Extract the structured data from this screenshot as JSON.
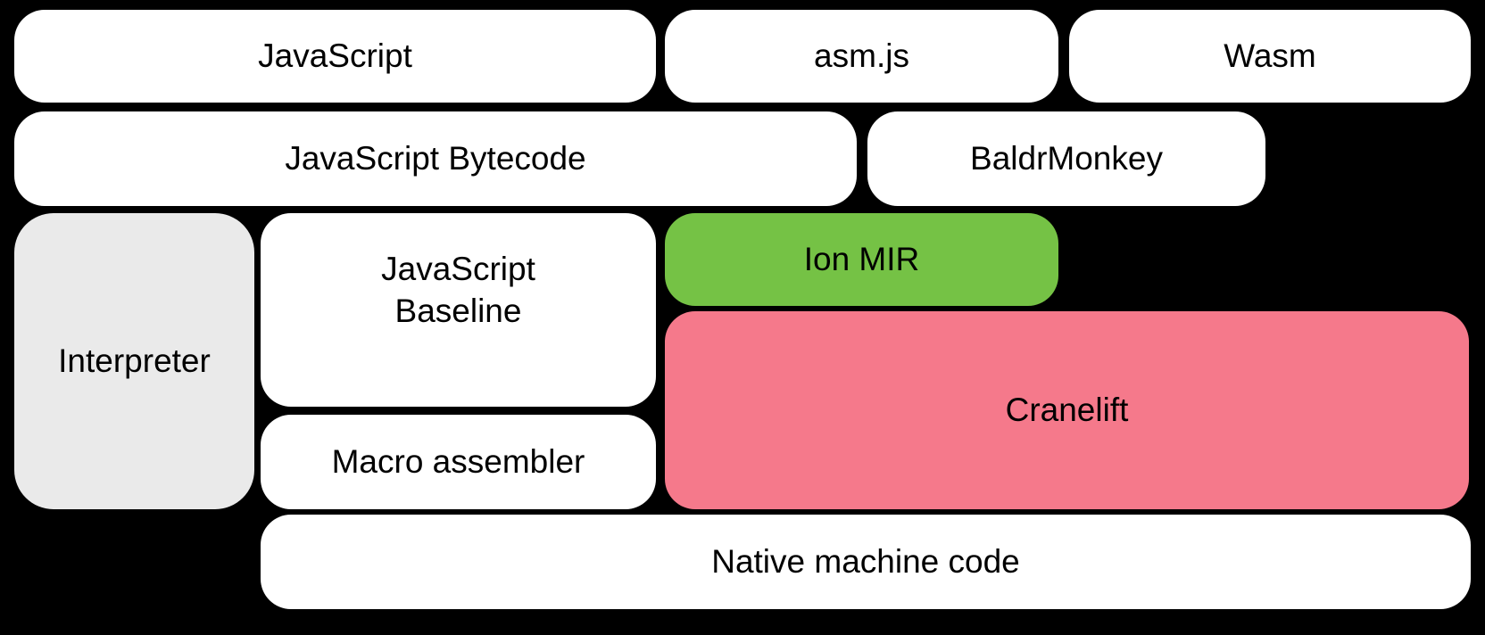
{
  "colors": {
    "background": "#000000",
    "box_white": "#ffffff",
    "box_gray": "#eaeaea",
    "box_green": "#75c245",
    "box_pink": "#f5798b",
    "text": "#000000"
  },
  "nodes": {
    "javascript": {
      "label": "JavaScript"
    },
    "asmjs": {
      "label": "asm.js"
    },
    "wasm": {
      "label": "Wasm"
    },
    "javascript_bytecode": {
      "label": "JavaScript Bytecode"
    },
    "baldrmonkey": {
      "label": "BaldrMonkey"
    },
    "interpreter": {
      "label": "Interpreter"
    },
    "javascript_baseline": {
      "lines": [
        "JavaScript",
        "Baseline"
      ]
    },
    "ion_mir": {
      "label": "Ion MIR"
    },
    "cranelift": {
      "label": "Cranelift"
    },
    "macro_assembler": {
      "label": "Macro assembler"
    },
    "native_machine_code": {
      "label": "Native machine code"
    }
  }
}
